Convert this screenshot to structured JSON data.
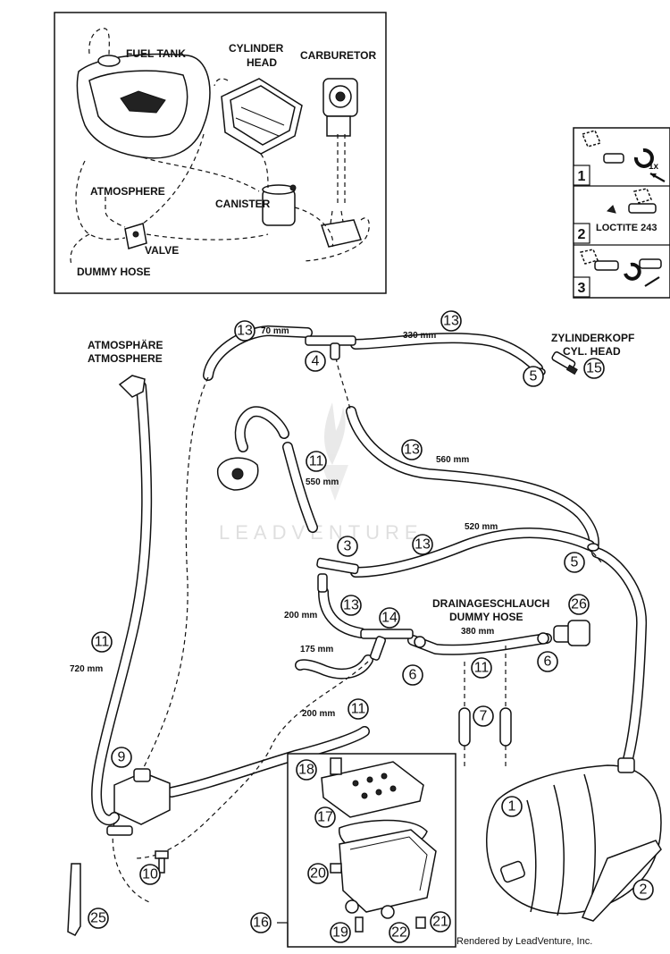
{
  "overview": {
    "fuel_tank": "FUEL TANK",
    "cylinder_head_1": "CYLINDER",
    "cylinder_head_2": "HEAD",
    "carburetor": "CARBURETOR",
    "atmosphere": "ATMOSPHERE",
    "canister": "CANISTER",
    "valve": "VALVE",
    "dummy_hose": "DUMMY HOSE"
  },
  "legend": {
    "step1_num": "1",
    "step1_note": "1x",
    "step2_num": "2",
    "step2_note": "LOCTITE 243",
    "step3_num": "3"
  },
  "labels": {
    "atmosphere_de": "ATMOSPHÄRE",
    "atmosphere_en": "ATMOSPHERE",
    "cyl_head_de": "ZYLINDERKOPF",
    "cyl_head_en": "CYL. HEAD",
    "drain_de": "DRAINAGESCHLAUCH",
    "drain_en": "DUMMY HOSE"
  },
  "lengths": {
    "l70": "70 mm",
    "l330": "330 mm",
    "l560": "560 mm",
    "l550": "550 mm",
    "l520": "520 mm",
    "l200a": "200 mm",
    "l380": "380 mm",
    "l175": "175 mm",
    "l720": "720 mm",
    "l200b": "200 mm"
  },
  "callouts": {
    "c13a": "13",
    "c13b": "13",
    "c13c": "13",
    "c13d": "13",
    "c13e": "13",
    "c4": "4",
    "c5a": "5",
    "c15": "15",
    "c11a": "11",
    "c3": "3",
    "c5b": "5",
    "c14": "14",
    "c26": "26",
    "c6a": "6",
    "c11b": "11",
    "c6b": "6",
    "c11c": "11",
    "c7": "7",
    "c11d": "11",
    "c9": "9",
    "c18": "18",
    "c17": "17",
    "c1": "1",
    "c20": "20",
    "c10": "10",
    "c2": "2",
    "c16": "16",
    "c25": "25",
    "c19": "19",
    "c22": "22",
    "c21": "21"
  },
  "watermark": "LEADVENTURE",
  "footer": "Rendered by LeadVenture, Inc."
}
